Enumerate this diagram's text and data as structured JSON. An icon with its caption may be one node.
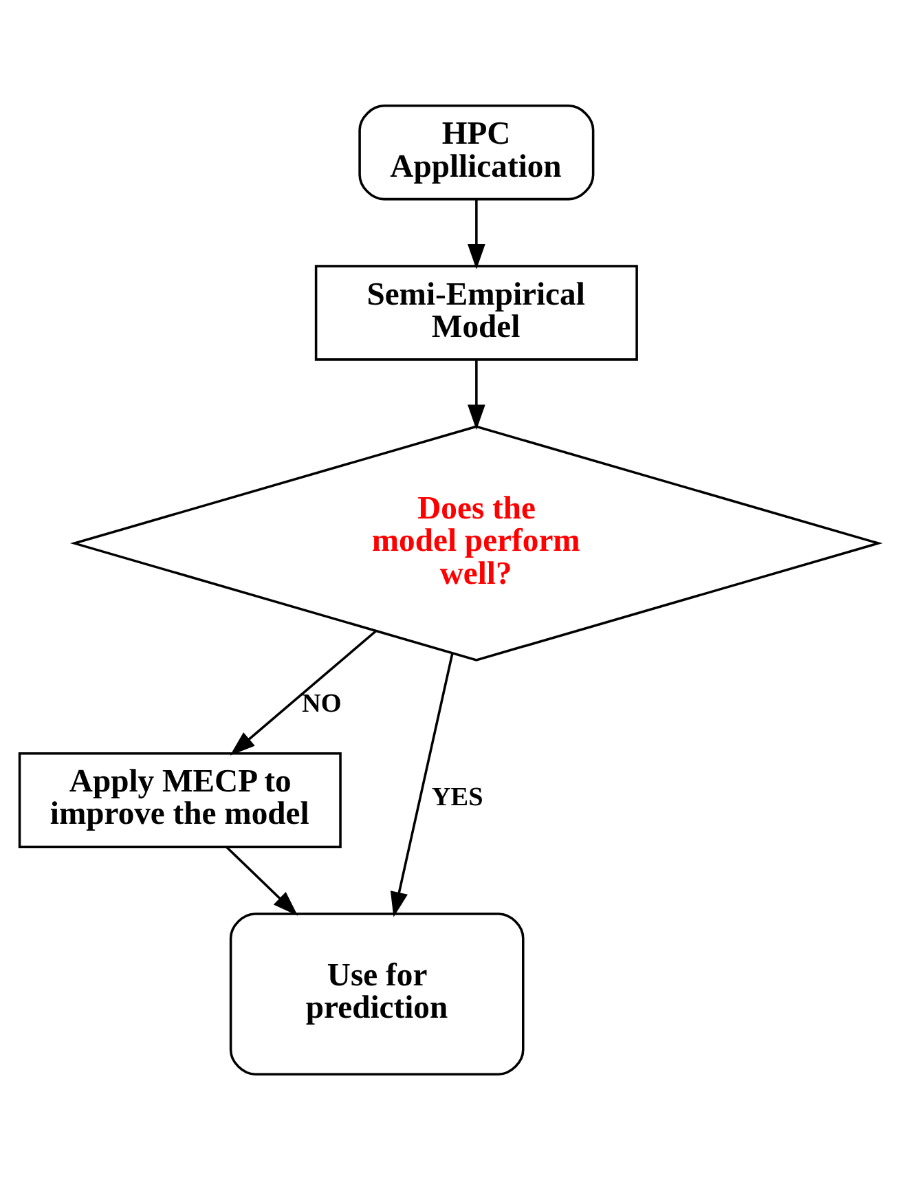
{
  "diagram": {
    "nodes": [
      {
        "text": [
          "HPC Appllication"
        ]
      },
      {
        "text": [
          "Semi-Empirical Model"
        ]
      },
      {
        "text": [
          "Does the model perform well?"
        ]
      },
      {
        "text": [
          "Apply MECP to improve the model"
        ]
      },
      {
        "text": [
          "Use for prediction"
        ]
      }
    ],
    "edges": [
      {
        "from": 0,
        "to": 1,
        "arrow": "to"
      },
      {
        "from": 1,
        "to": 2,
        "arrow": "to"
      },
      {
        "from": 2,
        "to": 3,
        "arrow": "to",
        "label": "NO"
      },
      {
        "from": 3,
        "to": 4,
        "arrow": "to"
      },
      {
        "from": 2,
        "to": 4,
        "arrow": "to",
        "label": "YES"
      }
    ]
  }
}
